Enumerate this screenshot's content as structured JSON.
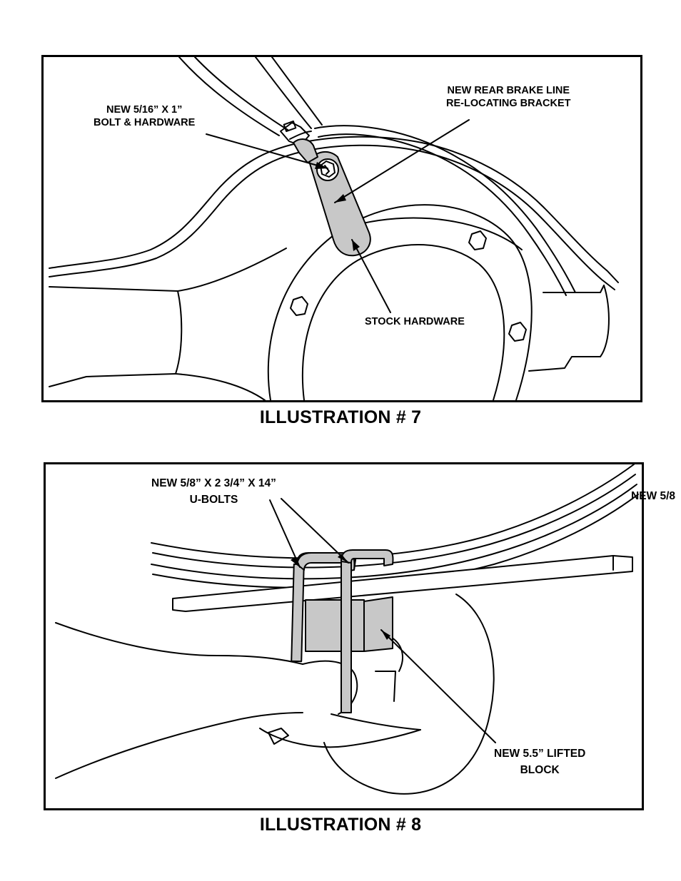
{
  "illustration_7": {
    "caption": "ILLUSTRATION # 7",
    "labels": {
      "bolt_line1": "NEW 5/16” X 1”",
      "bolt_line2": "BOLT & HARDWARE",
      "bracket_line1": "NEW REAR BRAKE LINE",
      "bracket_line2": "RE-LOCATING BRACKET",
      "stock": "STOCK HARDWARE"
    }
  },
  "illustration_8": {
    "caption": "ILLUSTRATION # 8",
    "labels": {
      "ubolt_line1": "NEW 5/8” X 2 3/4” X 14”",
      "ubolt_line2": "U-BOLTS",
      "cutoff": "NEW 5/8",
      "block_line1": "NEW 5.5” LIFTED",
      "block_line2": "BLOCK"
    }
  },
  "colors": {
    "line": "#000000",
    "part_fill": "#c8c8c8",
    "background": "#ffffff"
  }
}
